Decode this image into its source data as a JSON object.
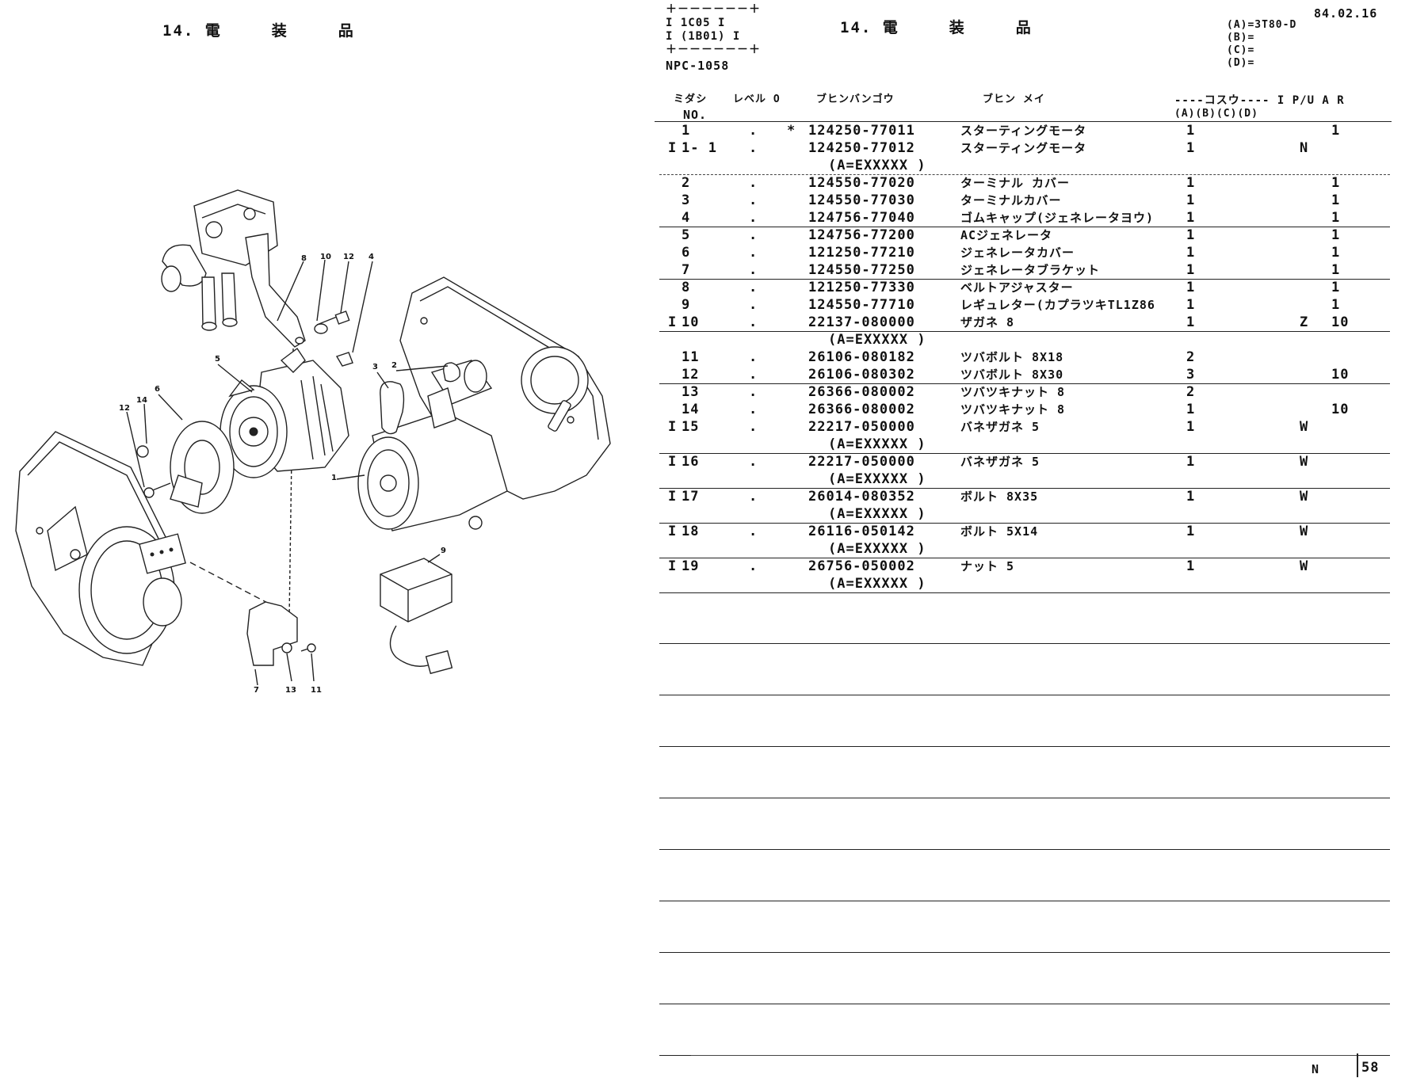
{
  "left": {
    "title": "14. 電　　　装　　　品"
  },
  "header": {
    "box_line1": "＋－－－－－－＋",
    "box_line2": "I  1C05  I",
    "box_line3": "I (1B01) I",
    "box_line4": "＋－－－－－－＋",
    "npc": "NPC-1058",
    "title": "14. 電　　　装　　　品",
    "date": "84.02.16",
    "model_a": "(A)=3T80-D",
    "model_b": "(B)=",
    "model_c": "(C)=",
    "model_d": "(D)="
  },
  "columns": {
    "col1": "ミダシ",
    "col1b": "NO.",
    "col2": "レベル O",
    "col3": "ブヒンバンゴウ",
    "col4": "ブヒン メイ",
    "col5": "----コスウ---- I P/U A  R",
    "col5b": "(A)(B)(C)(D)"
  },
  "rows": [
    {
      "i": "",
      "no": "1",
      "lvl": ".",
      "star": "*",
      "part": "124250-77011",
      "name": "スターティングモータ",
      "qty": "1",
      "ind": "",
      "pu": "1"
    },
    {
      "i": "I",
      "no": "1- 1",
      "lvl": ".",
      "star": "",
      "part": "124250-77012",
      "name": "スターティングモータ",
      "qty": "1",
      "ind": "N",
      "pu": ""
    },
    {
      "i": "",
      "no": "",
      "lvl": "",
      "star": "",
      "part": "(A=EXXXXX   )",
      "name": "",
      "qty": "",
      "ind": "",
      "pu": ""
    },
    {
      "i": "",
      "no": "2",
      "lvl": ".",
      "star": "",
      "part": "124550-77020",
      "name": "ターミナル カバー",
      "qty": "1",
      "ind": "",
      "pu": "1"
    },
    {
      "i": "",
      "no": "3",
      "lvl": ".",
      "star": "",
      "part": "124550-77030",
      "name": "ターミナルカバー",
      "qty": "1",
      "ind": "",
      "pu": "1"
    },
    {
      "i": "",
      "no": "4",
      "lvl": ".",
      "star": "",
      "part": "124756-77040",
      "name": "ゴムキャップ(ジェネレータヨウ)",
      "qty": "1",
      "ind": "",
      "pu": "1"
    },
    {
      "i": "",
      "no": "5",
      "lvl": ".",
      "star": "",
      "part": "124756-77200",
      "name": "ACジェネレータ",
      "qty": "1",
      "ind": "",
      "pu": "1"
    },
    {
      "i": "",
      "no": "6",
      "lvl": ".",
      "star": "",
      "part": "121250-77210",
      "name": "ジェネレータカバー",
      "qty": "1",
      "ind": "",
      "pu": "1"
    },
    {
      "i": "",
      "no": "7",
      "lvl": ".",
      "star": "",
      "part": "124550-77250",
      "name": "ジェネレータブラケット",
      "qty": "1",
      "ind": "",
      "pu": "1"
    },
    {
      "i": "",
      "no": "8",
      "lvl": ".",
      "star": "",
      "part": "121250-77330",
      "name": "ベルトアジャスター",
      "qty": "1",
      "ind": "",
      "pu": "1"
    },
    {
      "i": "",
      "no": "9",
      "lvl": ".",
      "star": "",
      "part": "124550-77710",
      "name": "レギュレター(カプラツキTL1Z86",
      "qty": "1",
      "ind": "",
      "pu": "1"
    },
    {
      "i": "I",
      "no": "10",
      "lvl": ".",
      "star": "",
      "part": "22137-080000",
      "name": "ザガネ 8",
      "qty": "1",
      "ind": "Z",
      "pu": "10"
    },
    {
      "i": "",
      "no": "",
      "lvl": "",
      "star": "",
      "part": "(A=EXXXXX   )",
      "name": "",
      "qty": "",
      "ind": "",
      "pu": ""
    },
    {
      "i": "",
      "no": "11",
      "lvl": ".",
      "star": "",
      "part": "26106-080182",
      "name": "ツバボルト 8X18",
      "qty": "2",
      "ind": "",
      "pu": ""
    },
    {
      "i": "",
      "no": "12",
      "lvl": ".",
      "star": "",
      "part": "26106-080302",
      "name": "ツバボルト 8X30",
      "qty": "3",
      "ind": "",
      "pu": "10"
    },
    {
      "i": "",
      "no": "13",
      "lvl": ".",
      "star": "",
      "part": "26366-080002",
      "name": "ツバツキナット 8",
      "qty": "2",
      "ind": "",
      "pu": ""
    },
    {
      "i": "",
      "no": "14",
      "lvl": ".",
      "star": "",
      "part": "26366-080002",
      "name": "ツバツキナット 8",
      "qty": "1",
      "ind": "",
      "pu": "10"
    },
    {
      "i": "I",
      "no": "15",
      "lvl": ".",
      "star": "",
      "part": "22217-050000",
      "name": "バネザガネ 5",
      "qty": "1",
      "ind": "W",
      "pu": ""
    },
    {
      "i": "",
      "no": "",
      "lvl": "",
      "star": "",
      "part": "(A=EXXXXX    )",
      "name": "",
      "qty": "",
      "ind": "",
      "pu": ""
    },
    {
      "i": "I",
      "no": "16",
      "lvl": ".",
      "star": "",
      "part": "22217-050000",
      "name": "バネザガネ 5",
      "qty": "1",
      "ind": "W",
      "pu": ""
    },
    {
      "i": "",
      "no": "",
      "lvl": "",
      "star": "",
      "part": "(A=EXXXXX    )",
      "name": "",
      "qty": "",
      "ind": "",
      "pu": ""
    },
    {
      "i": "I",
      "no": "17",
      "lvl": ".",
      "star": "",
      "part": "26014-080352",
      "name": "ボルト 8X35",
      "qty": "1",
      "ind": "W",
      "pu": ""
    },
    {
      "i": "",
      "no": "",
      "lvl": "",
      "star": "",
      "part": "(A=EXXXXX    )",
      "name": "",
      "qty": "",
      "ind": "",
      "pu": ""
    },
    {
      "i": "I",
      "no": "18",
      "lvl": ".",
      "star": "",
      "part": "26116-050142",
      "name": "ボルト 5X14",
      "qty": "1",
      "ind": "W",
      "pu": ""
    },
    {
      "i": "",
      "no": "",
      "lvl": "",
      "star": "",
      "part": "(A=EXXXXX    )",
      "name": "",
      "qty": "",
      "ind": "",
      "pu": ""
    },
    {
      "i": "I",
      "no": "19",
      "lvl": ".",
      "star": "",
      "part": "26756-050002",
      "name": "ナット 5",
      "qty": "1",
      "ind": "W",
      "pu": ""
    },
    {
      "i": "",
      "no": "",
      "lvl": "",
      "star": "",
      "part": "(A=EXXXXX    )",
      "name": "",
      "qty": "",
      "ind": "",
      "pu": ""
    }
  ],
  "callouts": {
    "c8": "8",
    "c10": "10",
    "c12a": "12",
    "c4": "4",
    "c5": "5",
    "c3": "3",
    "c2": "2",
    "c14": "14",
    "c6": "6",
    "c12b": "12",
    "c1": "1",
    "c9": "9",
    "c7": "7",
    "c13": "13",
    "c11": "11"
  },
  "footer": {
    "mark": "N",
    "page": "58"
  }
}
